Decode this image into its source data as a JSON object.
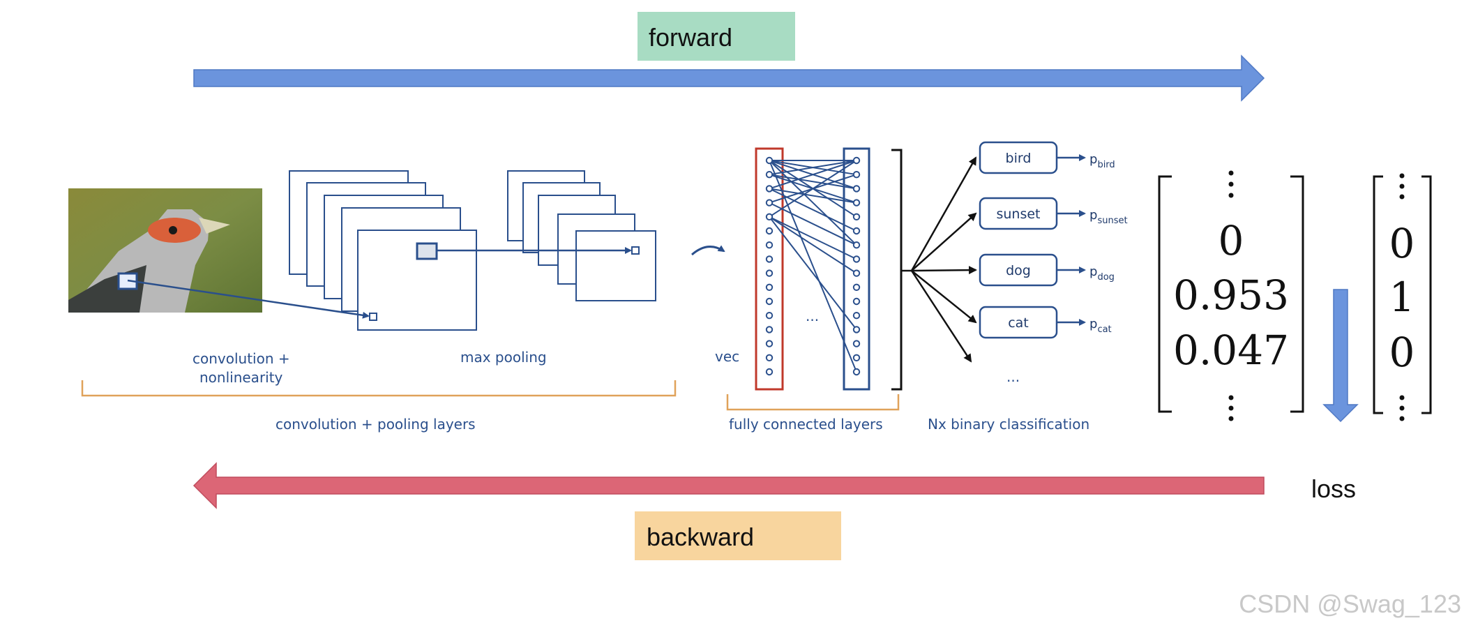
{
  "labels": {
    "forward": "forward",
    "backward": "backward",
    "loss": "loss",
    "watermark": "CSDN @Swag_123"
  },
  "stages": {
    "conv": "convolution +",
    "conv2": "nonlinearity",
    "pool": "max pooling",
    "conv_group": "convolution + pooling layers",
    "vec": "vec",
    "fc": "fully connected layers",
    "classify": "Nx binary classification",
    "dots": "..."
  },
  "classes": [
    {
      "label": "bird",
      "prob": "p",
      "sub": "bird"
    },
    {
      "label": "sunset",
      "prob": "p",
      "sub": "sunset"
    },
    {
      "label": "dog",
      "prob": "p",
      "sub": "dog"
    },
    {
      "label": "cat",
      "prob": "p",
      "sub": "cat"
    }
  ],
  "predicted": {
    "values": [
      "0",
      "0.953",
      "0.047"
    ]
  },
  "target": {
    "values": [
      "0",
      "1",
      "0"
    ]
  },
  "colors": {
    "forward_box": "#a8dcc3",
    "backward_box": "#f8d59e",
    "forward_arrow": "#6b94dd",
    "backward_arrow": "#dc6676",
    "diagram_blue": "#2a4f8c",
    "bracket_orange": "#e0a25a",
    "vec_red": "#c0392b"
  }
}
